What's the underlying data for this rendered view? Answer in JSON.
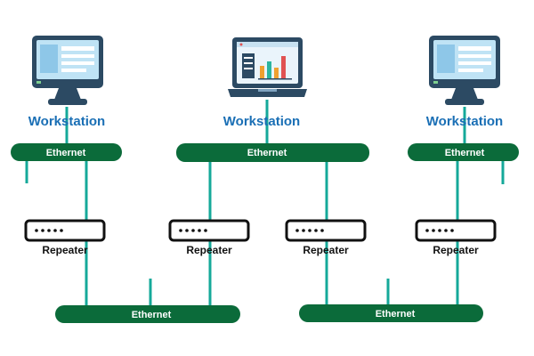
{
  "colors": {
    "bus": "#0b6b3a",
    "cable": "#15a99a",
    "label_blue": "#1a6fb5",
    "device_dark": "#2c4a63",
    "screen_light": "#bfe3f5"
  },
  "workstations": [
    {
      "label": "Workstation",
      "device": "desktop-monitor-icon"
    },
    {
      "label": "Workstation",
      "device": "laptop-chart-icon"
    },
    {
      "label": "Workstation",
      "device": "desktop-monitor-icon"
    }
  ],
  "top_buses": [
    {
      "label": "Ethernet"
    },
    {
      "label": "Ethernet"
    },
    {
      "label": "Ethernet"
    }
  ],
  "bottom_buses": [
    {
      "label": "Ethernet"
    },
    {
      "label": "Ethernet"
    }
  ],
  "repeaters": [
    {
      "label": "Repeater"
    },
    {
      "label": "Repeater"
    },
    {
      "label": "Repeater"
    },
    {
      "label": "Repeater"
    }
  ]
}
